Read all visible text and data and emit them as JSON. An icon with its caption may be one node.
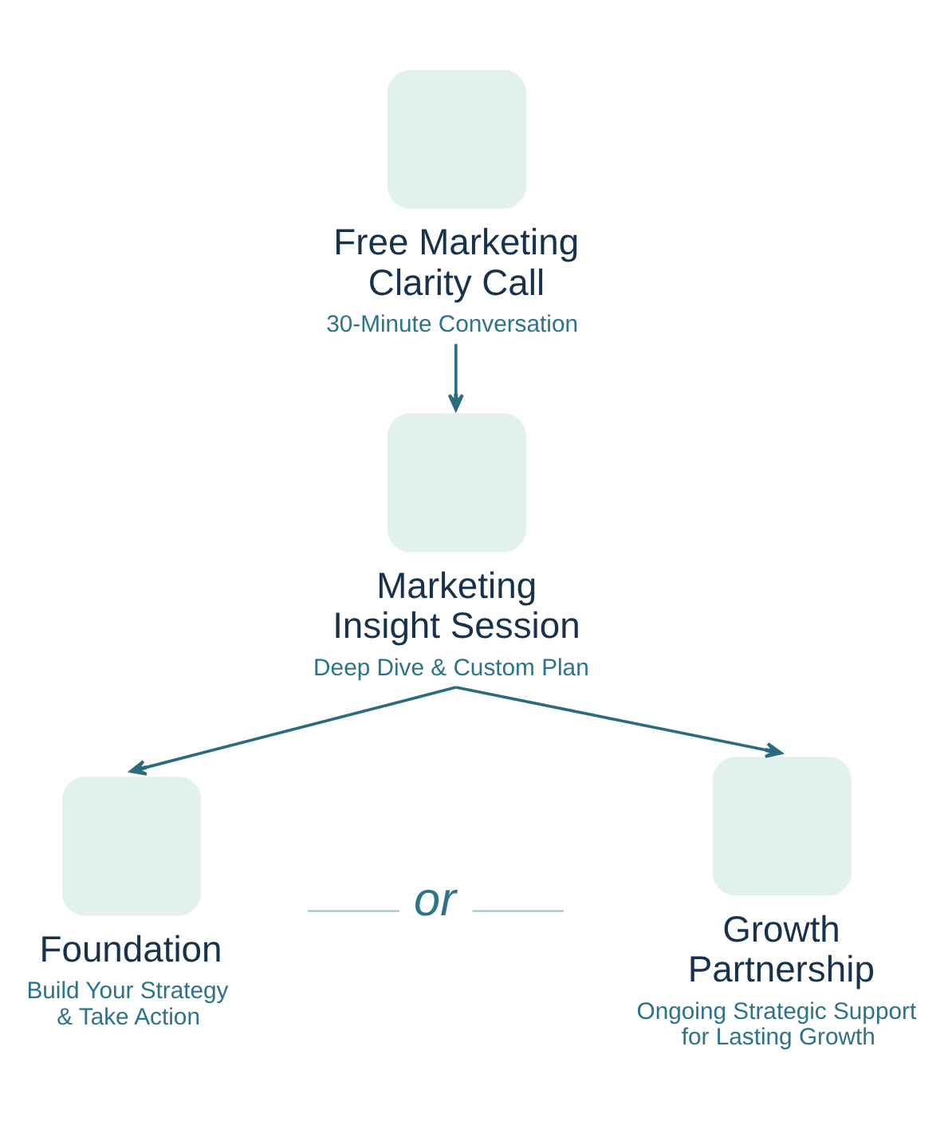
{
  "diagram": {
    "nodes": [
      {
        "text": [
          "Free Marketing Clarity Call",
          "30-Minute Conversation"
        ]
      },
      {
        "text": [
          "Marketing Insight Session",
          "Deep Dive & Custom Plan"
        ]
      },
      {
        "text": [
          "Foundation",
          "Build Your Strategy & Take Action"
        ]
      },
      {
        "text": [
          "Growth Partnership",
          "Ongoing Strategic Support for Lasting Growth"
        ]
      }
    ],
    "edges": [
      {
        "from": 0,
        "to": 1,
        "arrow": "to"
      },
      {
        "from": 1,
        "to": 2,
        "arrow": "to"
      },
      {
        "from": 1,
        "to": 3,
        "arrow": "to"
      }
    ],
    "labels": [
      "or"
    ]
  }
}
